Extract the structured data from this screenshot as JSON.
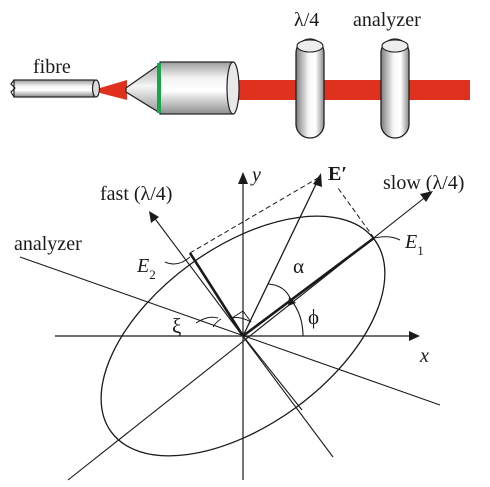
{
  "setup": {
    "fibre_label": "fibre",
    "waveplate_label": "λ/4",
    "analyzer_label": "analyzer",
    "colors": {
      "beam": "#e0301e",
      "lens_band": "#1aa34a",
      "outline": "#1a1a1a"
    }
  },
  "axes_diagram": {
    "x_label": "x",
    "y_label": "y",
    "fast_axis_label": "fast (λ/4)",
    "slow_axis_label": "slow (λ/4)",
    "analyzer_label": "analyzer",
    "field_vector_label": "E′",
    "e1_label": "E",
    "e1_subscript": "1",
    "e2_label": "E",
    "e2_subscript": "2",
    "alpha_label": "α",
    "phi_label": "ϕ",
    "xi_label": "ξ"
  }
}
